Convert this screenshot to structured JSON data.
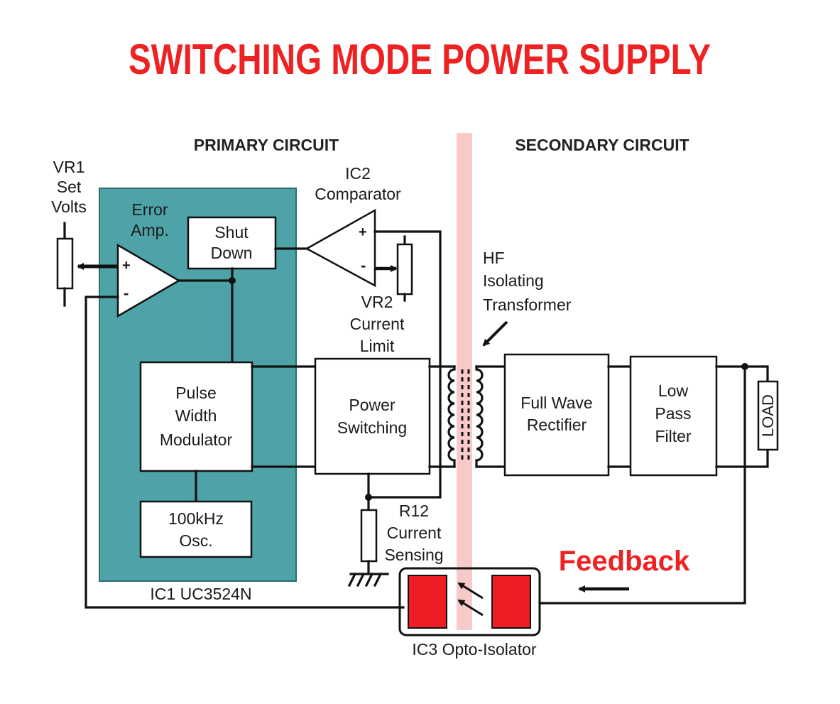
{
  "title": "SWITCHING MODE POWER SUPPLY",
  "sections": {
    "primary": "PRIMARY CIRCUIT",
    "secondary": "SECONDARY CIRCUIT"
  },
  "vr1": {
    "line1": "VR1",
    "line2": "Set",
    "line3": "Volts"
  },
  "error_amp": {
    "line1": "Error",
    "line2": "Amp.",
    "plus": "+",
    "minus": "-"
  },
  "shutdown": {
    "line1": "Shut",
    "line2": "Down"
  },
  "ic2": {
    "line1": "IC2",
    "line2": "Comparator",
    "plus": "+",
    "minus": "-"
  },
  "vr2": {
    "line1": "VR2",
    "line2": "Current",
    "line3": "Limit"
  },
  "transformer": {
    "line1": "HF",
    "line2": "Isolating",
    "line3": "Transformer"
  },
  "pwm": {
    "line1": "Pulse",
    "line2": "Width",
    "line3": "Modulator"
  },
  "osc": {
    "line1": "100kHz",
    "line2": "Osc."
  },
  "power_switching": {
    "line1": "Power",
    "line2": "Switching"
  },
  "rectifier": {
    "line1": "Full Wave",
    "line2": "Rectifier"
  },
  "filter": {
    "line1": "Low",
    "line2": "Pass",
    "line3": "Filter"
  },
  "load": "LOAD",
  "r12": {
    "line1": "R12",
    "line2": "Current",
    "line3": "Sensing"
  },
  "ic1": "IC1 UC3524N",
  "feedback": "Feedback",
  "ic3": "IC3 Opto-Isolator",
  "colors": {
    "title": "#ee2222",
    "ic_block": "#4ea3a8",
    "opto": "#ee1c24",
    "isolation_band": "#f7c9c9"
  }
}
